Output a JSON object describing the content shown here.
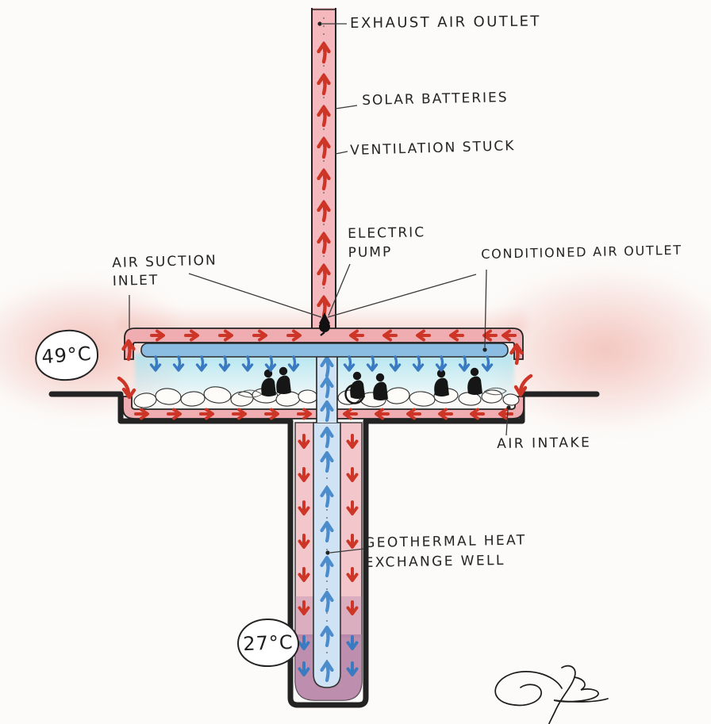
{
  "labels": {
    "exhaust_air_outlet": "EXHAUST AIR OUTLET",
    "solar_batteries": "SOLAR BATTERIES",
    "ventilation_stack": "VENTILATION STUCK",
    "electric_pump_line1": "ELECTRIC",
    "electric_pump_line2": "PUMP",
    "air_suction_line1": "AIR SUCTION",
    "air_suction_line2": "INLET",
    "conditioned_air_outlet": "CONDITIONED AIR OUTLET",
    "air_intake": "AIR INTAKE",
    "geothermal_line1": "GEOTHERMAL HEAT",
    "geothermal_line2": "EXCHANGE WELL"
  },
  "temperatures": {
    "surface": "49°C",
    "underground": "27°C"
  },
  "colors": {
    "hot_air_arrow": "#cd3526",
    "cool_air_arrow": "#3a7ac0",
    "duct_pink": "#efacb1",
    "duct_blue": "#8bbce2",
    "well_bottom_mauve": "#c9a2bd",
    "ink": "#232323"
  }
}
